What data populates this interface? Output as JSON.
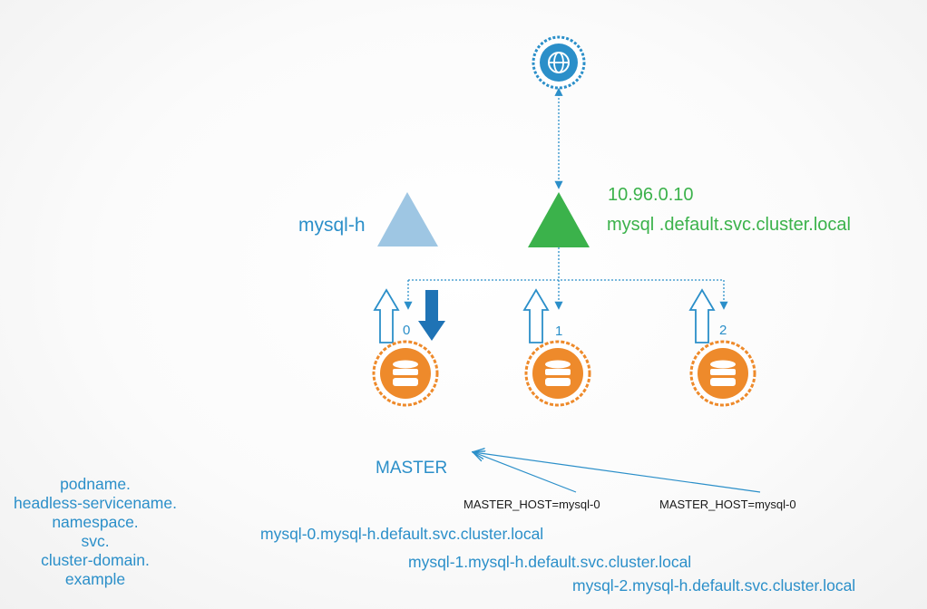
{
  "colors": {
    "blue": "#2b8fc9",
    "dark_blue": "#1f73b5",
    "light_blue_triangle": "#9ec6e3",
    "green": "#3bb24b",
    "orange": "#ee8a2b",
    "text_dark": "#1a1a1a"
  },
  "icons": {
    "internet": "globe-icon",
    "service": "triangle-icon",
    "pod": "database-icon"
  },
  "services": {
    "headless": {
      "name": "mysql-h"
    },
    "cluster_ip": {
      "ip": "10.96.0.10",
      "dns": "mysql .default.svc.cluster.local"
    }
  },
  "pods": [
    {
      "ordinal": "0"
    },
    {
      "ordinal": "1"
    },
    {
      "ordinal": "2"
    }
  ],
  "master": {
    "label": "MASTER"
  },
  "env_vars": [
    "MASTER_HOST=mysql-0",
    "MASTER_HOST=mysql-0"
  ],
  "dns_format": [
    "podname.",
    "headless-servicename.",
    "namespace.",
    "svc.",
    "cluster-domain.",
    "example"
  ],
  "pod_dns": [
    "mysql-0.mysql-h.default.svc.cluster.local",
    "mysql-1.mysql-h.default.svc.cluster.local",
    "mysql-2.mysql-h.default.svc.cluster.local"
  ]
}
